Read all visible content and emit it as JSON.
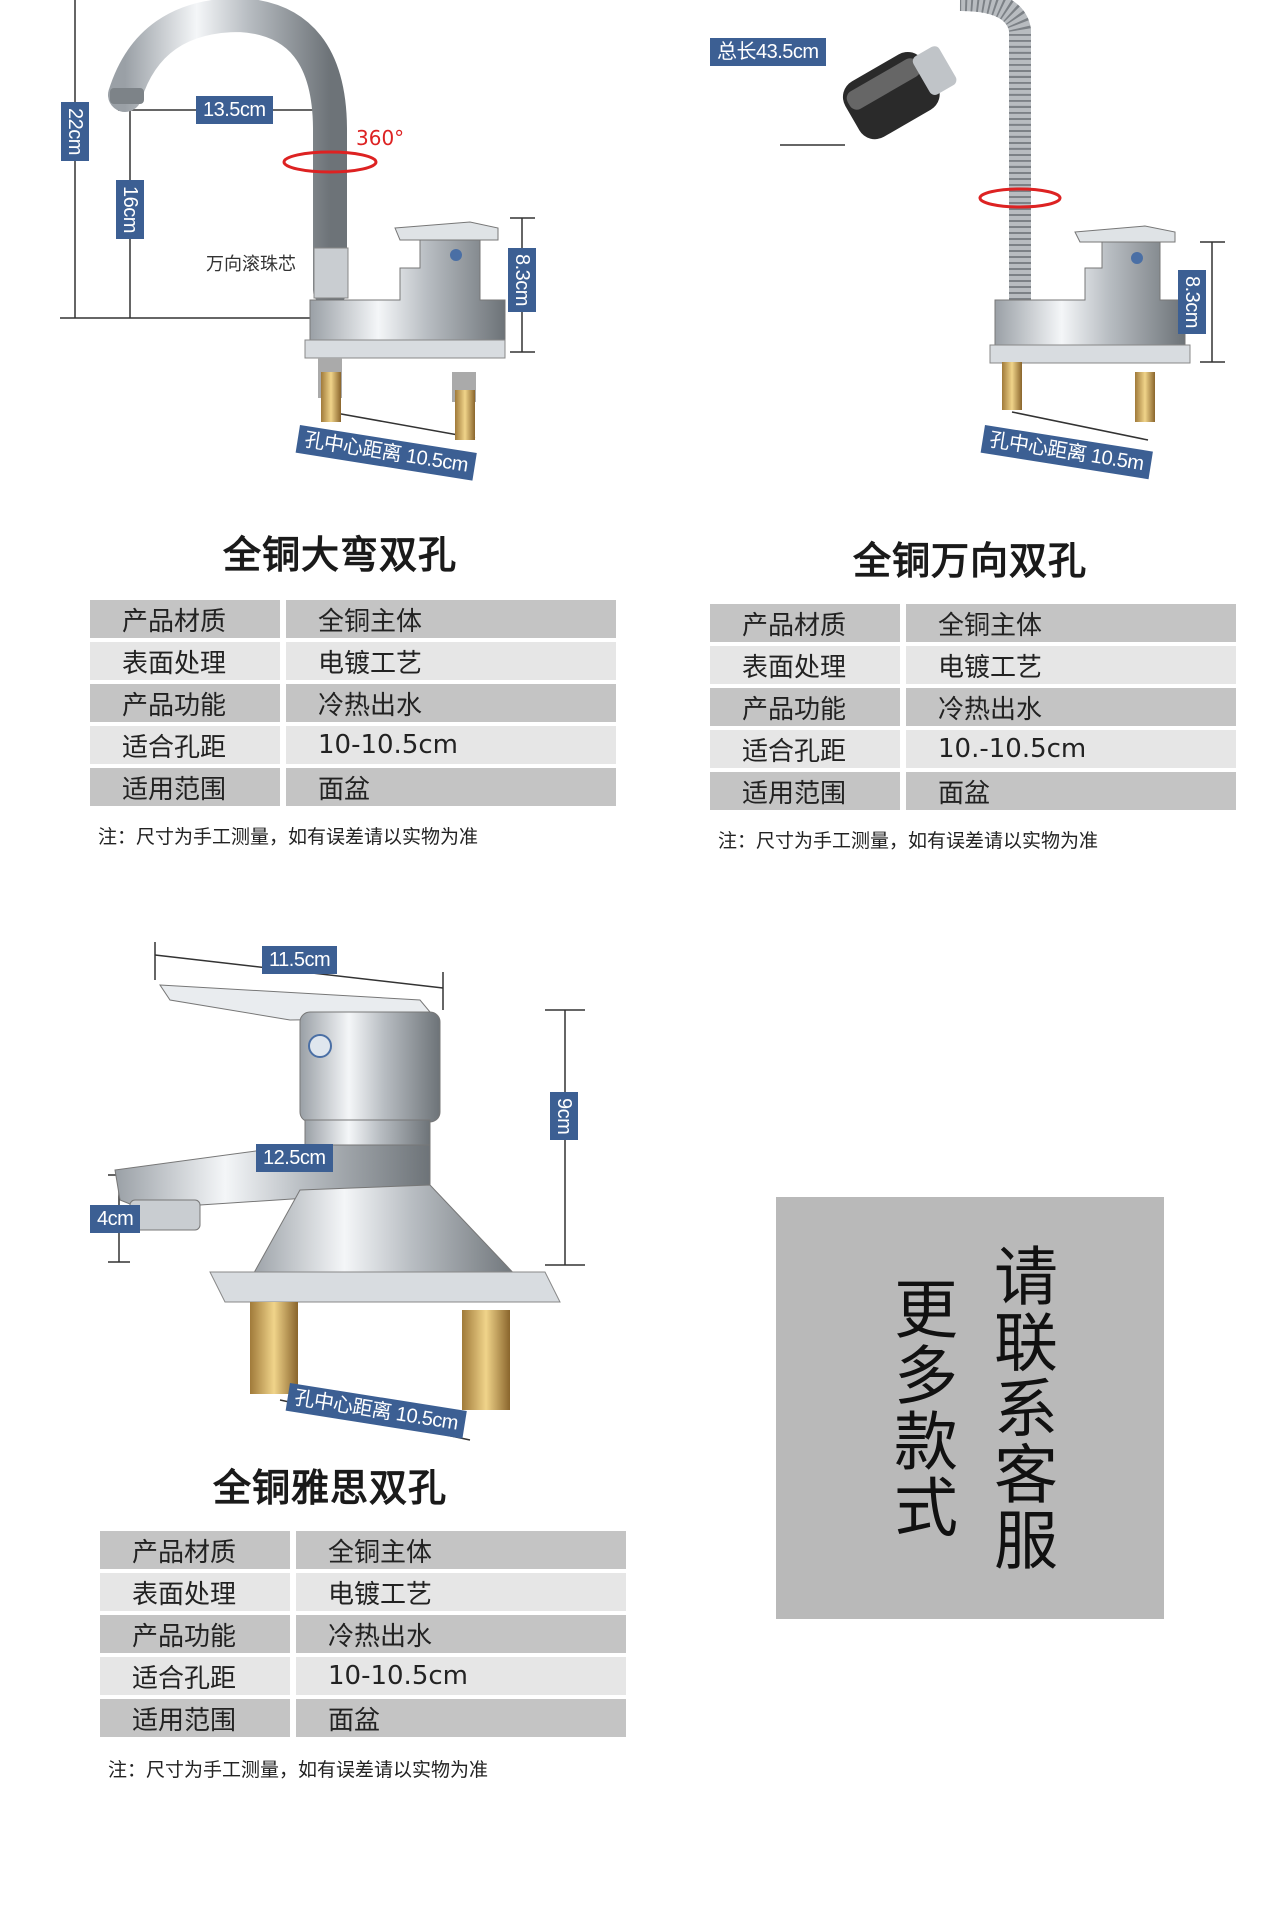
{
  "products": [
    {
      "title": "全铜大弯双孔",
      "dimensions": {
        "height_total": "22cm",
        "reach": "13.5cm",
        "spout_height": "16cm",
        "rotation": "360°",
        "body_height": "8.3cm",
        "hole_distance": "孔中心距离 10.5cm"
      },
      "callout": "万向滚珠芯",
      "specs": [
        {
          "label": "产品材质",
          "value": "全铜主体"
        },
        {
          "label": "表面处理",
          "value": "电镀工艺"
        },
        {
          "label": "产品功能",
          "value": "冷热出水"
        },
        {
          "label": "适合孔距",
          "value": "10-10.5cm"
        },
        {
          "label": "适用范围",
          "value": "面盆"
        }
      ],
      "note": "注：尺寸为手工测量，如有误差请以实物为准"
    },
    {
      "title": "全铜万向双孔",
      "dimensions": {
        "total_length": "总长43.5cm",
        "body_height": "8.3cm",
        "hole_distance": "孔中心距离 10.5m"
      },
      "specs": [
        {
          "label": "产品材质",
          "value": "全铜主体"
        },
        {
          "label": "表面处理",
          "value": "电镀工艺"
        },
        {
          "label": "产品功能",
          "value": "冷热出水"
        },
        {
          "label": "适合孔距",
          "value": "10.-10.5cm"
        },
        {
          "label": "适用范围",
          "value": "面盆"
        }
      ],
      "note": "注：尺寸为手工测量，如有误差请以实物为准"
    },
    {
      "title": "全铜雅思双孔",
      "dimensions": {
        "handle_length": "11.5cm",
        "spout_length": "12.5cm",
        "height": "9cm",
        "spout_clearance": "4cm",
        "hole_distance": "孔中心距离 10.5cm"
      },
      "specs": [
        {
          "label": "产品材质",
          "value": "全铜主体"
        },
        {
          "label": "表面处理",
          "value": "电镀工艺"
        },
        {
          "label": "产品功能",
          "value": "冷热出水"
        },
        {
          "label": "适合孔距",
          "value": "10-10.5cm"
        },
        {
          "label": "适用范围",
          "value": "面盆"
        }
      ],
      "note": "注：尺寸为手工测量，如有误差请以实物为准"
    }
  ],
  "contact_box": {
    "line1": "请联系客服",
    "line2": "更多款式"
  },
  "colors": {
    "dim_label_bg": "#3c5f93",
    "table_dark": "#c4c4c4",
    "table_light": "#e6e6e6",
    "contact_bg": "#b9b9b9",
    "rotation_arrow": "#dd2222"
  }
}
